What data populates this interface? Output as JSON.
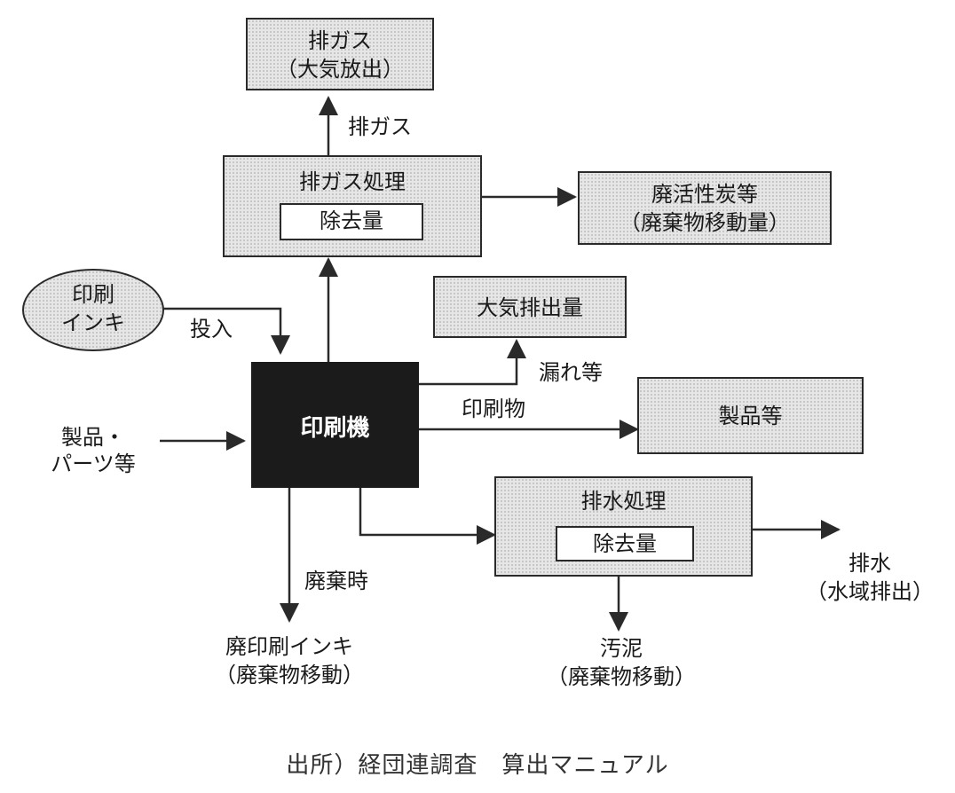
{
  "boxes": {
    "exhaust_gas": {
      "line1": "排ガス",
      "line2": "（大気放出）"
    },
    "exhaust_treatment": {
      "title": "排ガス処理",
      "inner": "除去量"
    },
    "activated_carbon": {
      "line1": "廃活性炭等",
      "line2": "（廃棄物移動量）"
    },
    "printing_ink": {
      "line1": "印刷",
      "line2": "インキ"
    },
    "air_emission": {
      "label": "大気排出量"
    },
    "printing_machine": {
      "label": "印刷機"
    },
    "products": {
      "label": "製品等"
    },
    "wastewater_treatment": {
      "title": "排水処理",
      "inner": "除去量"
    }
  },
  "labels": {
    "exhaust_gas_flow": "排ガス",
    "input": "投入",
    "leak": "漏れ等",
    "printed_matter": "印刷物",
    "parts_line1": "製品・",
    "parts_line2": "パーツ等",
    "disposal": "廃棄時",
    "waste_ink_line1": "廃印刷インキ",
    "waste_ink_line2": "（廃棄物移動）",
    "sludge_line1": "汚泥",
    "sludge_line2": "（廃棄物移動）",
    "discharge_line1": "排水",
    "discharge_line2": "（水域排出）"
  },
  "caption": "出所）経団連調査　算出マニュアル"
}
